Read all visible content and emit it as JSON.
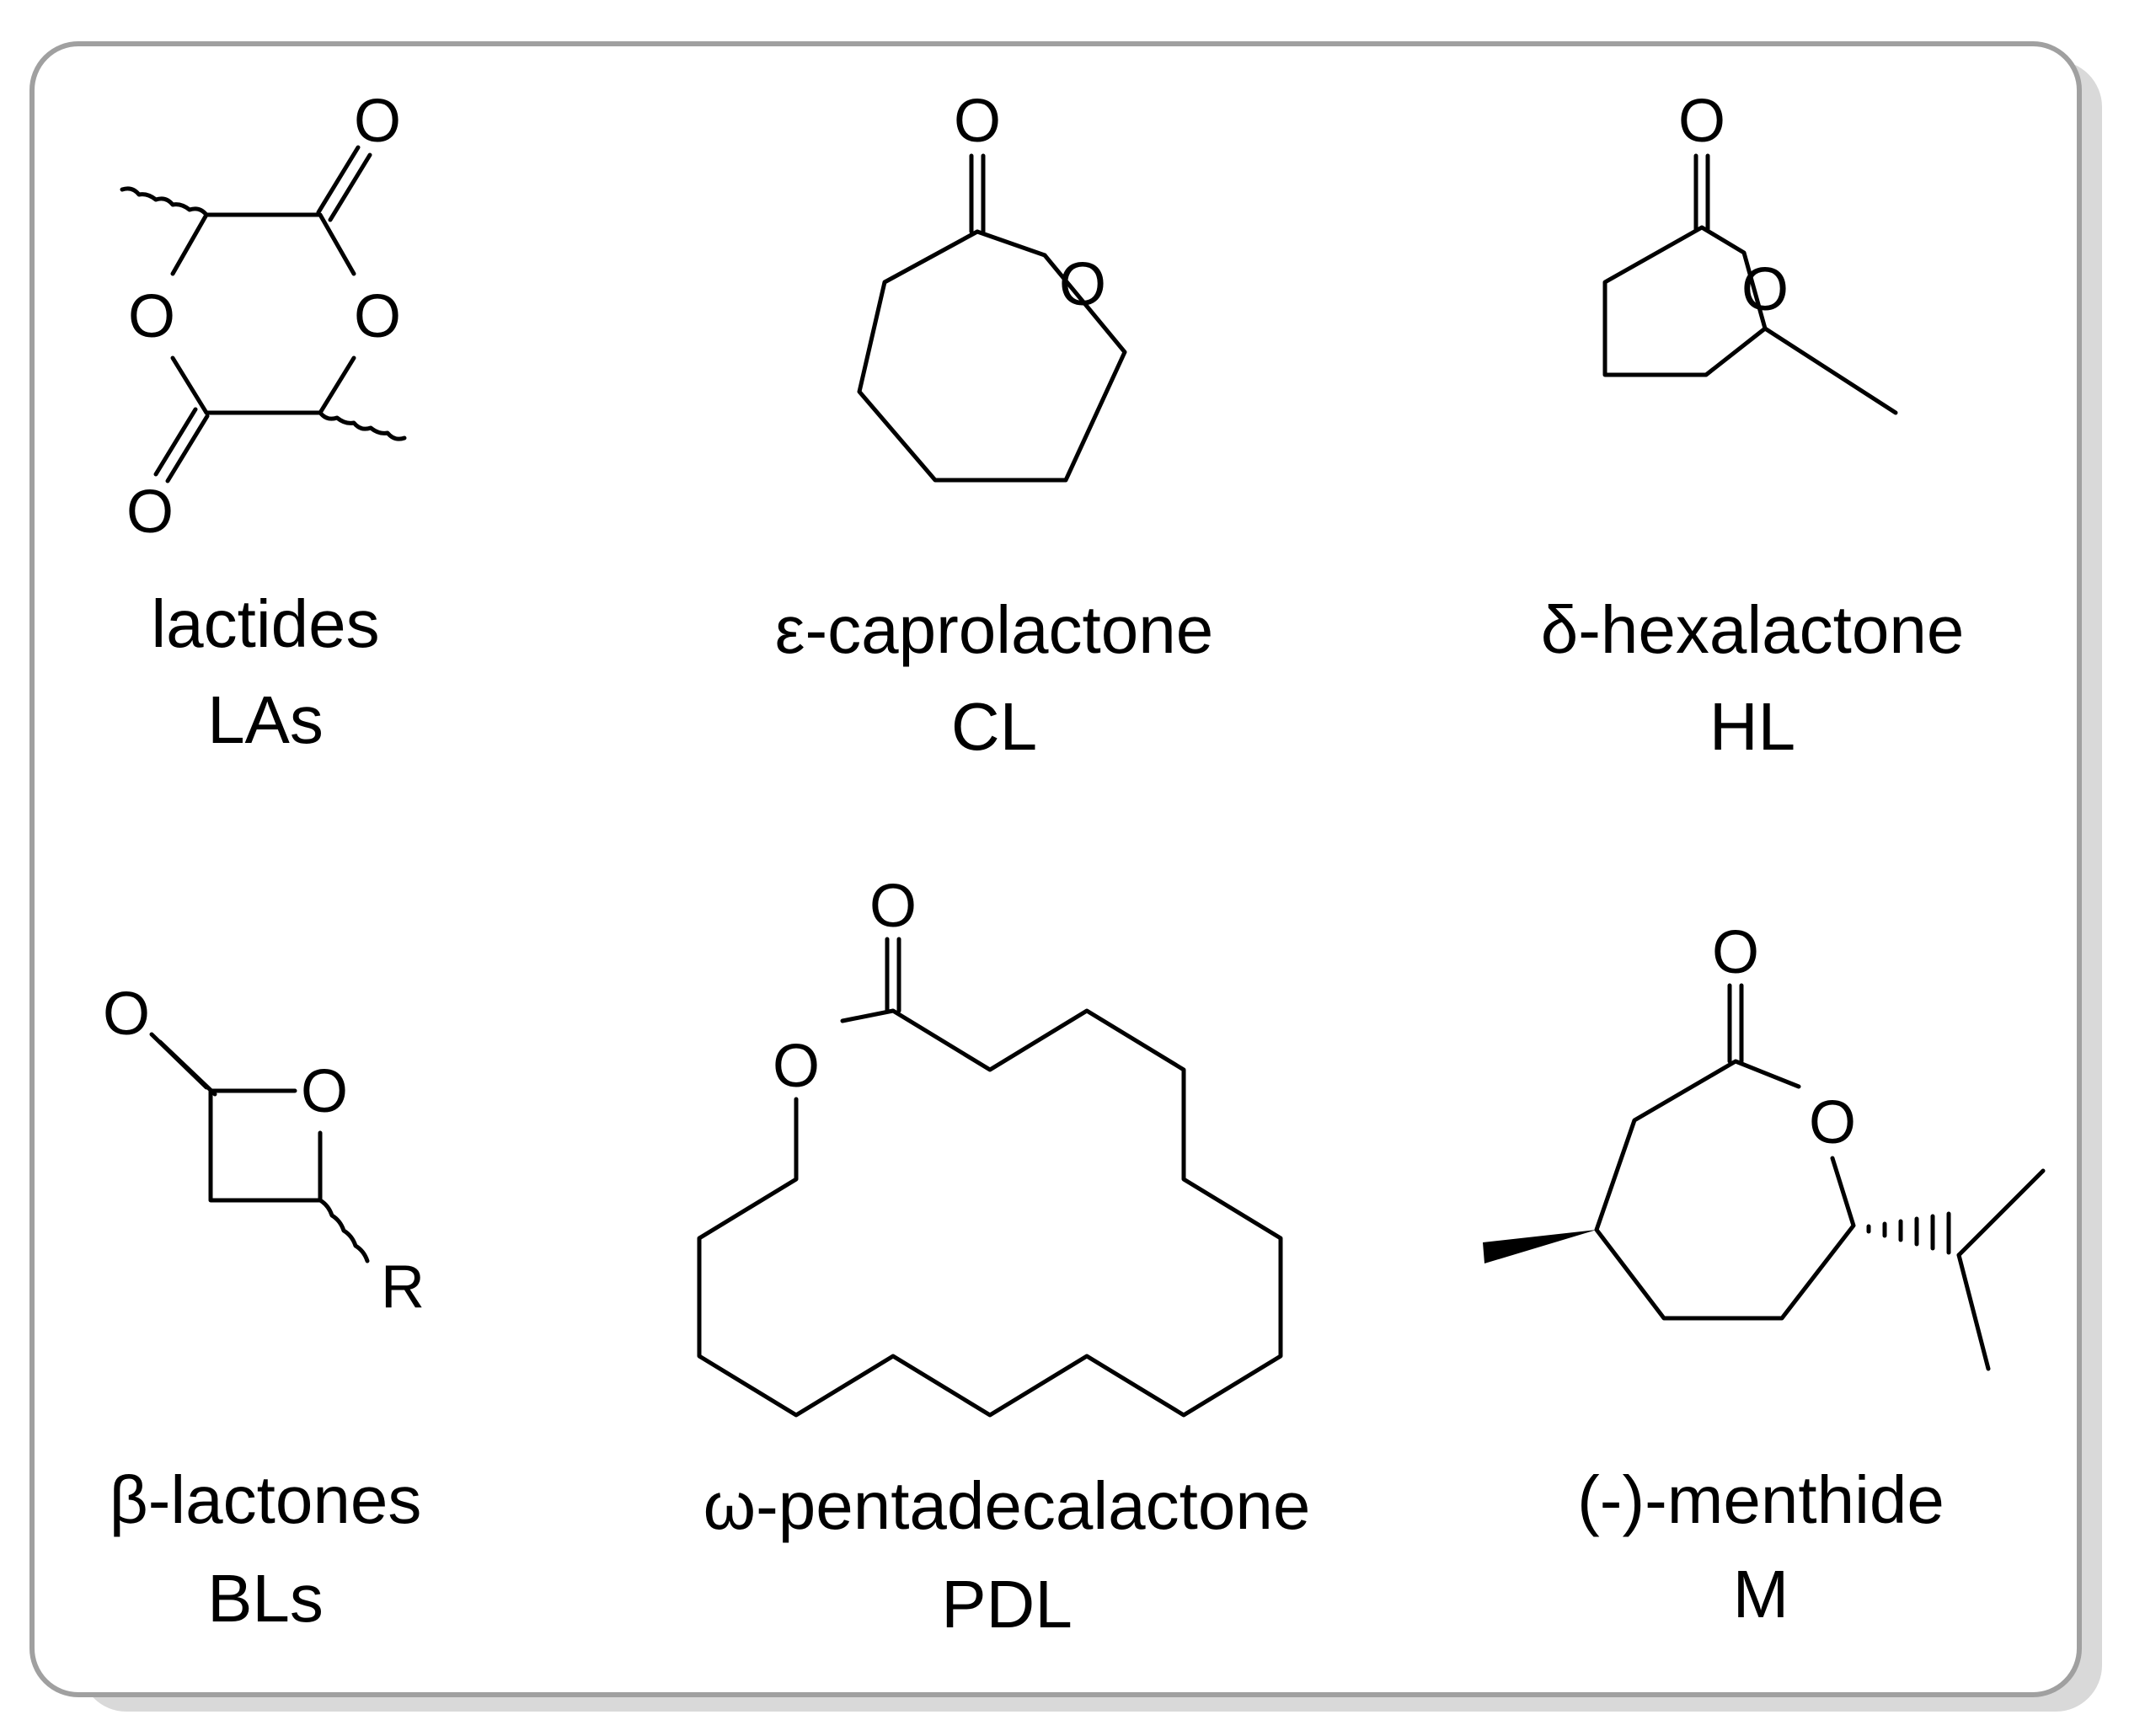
{
  "atom_labels": {
    "oxygen": "O",
    "r_group": "R"
  },
  "molecules": [
    {
      "name": "lactides",
      "abbr": "LAs"
    },
    {
      "name": "ε-caprolactone",
      "abbr": "CL"
    },
    {
      "name": "δ-hexalactone",
      "abbr": "HL"
    },
    {
      "name": "β-lactones",
      "abbr": "BLs"
    },
    {
      "name": "ω-pentadecalactone",
      "abbr": "PDL"
    },
    {
      "name": "(-)-menthide",
      "abbr": "M"
    }
  ],
  "colors": {
    "panel_border": "#a0a0a0",
    "panel_shadow": "#d9d9d9",
    "ink": "#000000"
  }
}
